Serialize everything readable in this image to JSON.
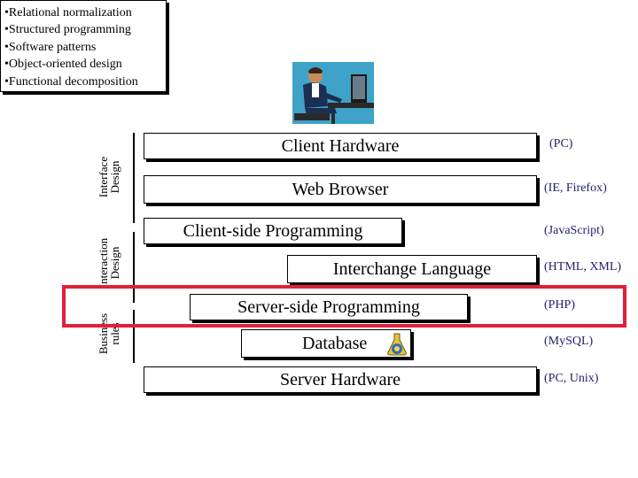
{
  "bullets": [
    "Relational normalization",
    "Structured programming",
    "Software patterns",
    "Object-oriented design",
    "Functional decomposition"
  ],
  "layers": [
    {
      "label": "Client Hardware",
      "example": "(PC)"
    },
    {
      "label": "Web Browser",
      "example": "(IE, Firefox)"
    },
    {
      "label": "Client-side Programming",
      "example": "(JavaScript)"
    },
    {
      "label": "Interchange Language",
      "example": "(HTML, XML)"
    },
    {
      "label": "Server-side Programming",
      "example": "(PHP)"
    },
    {
      "label": "Database",
      "example": "(MySQL)"
    },
    {
      "label": "Server Hardware",
      "example": "(PC, Unix)"
    }
  ],
  "side_labels": {
    "interface": [
      "Interface",
      "Design"
    ],
    "interaction": [
      "Interaction",
      "Design"
    ],
    "business": [
      "Business",
      "rules"
    ]
  },
  "colors": {
    "highlight": "#e0203a",
    "example_text": "#1f1f6b"
  },
  "icons": [
    "person-at-computer-icon",
    "mysql-database-icon"
  ]
}
